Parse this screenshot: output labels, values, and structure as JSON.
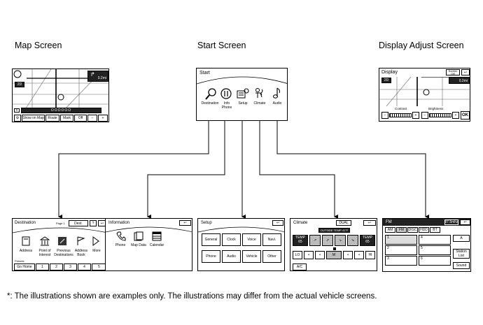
{
  "headings": {
    "map": "Map Screen",
    "start": "Start Screen",
    "display_adjust": "Display Adjust Screen"
  },
  "map_screen": {
    "scale": "0.2mi",
    "route_marker": "OOOOOO",
    "buttons": [
      "Show on Map",
      "Route",
      "Mark",
      "Off"
    ]
  },
  "start_screen": {
    "title": "Start",
    "icons": [
      {
        "label": "Destination",
        "icon": "magnifier-icon"
      },
      {
        "label": "Info Phone",
        "icon": "info-icon"
      },
      {
        "label": "Setup",
        "icon": "setup-icon"
      },
      {
        "label": "Climate",
        "icon": "climate-icon"
      },
      {
        "label": "Audio",
        "icon": "music-note-icon"
      }
    ]
  },
  "display_screen": {
    "title": "Display",
    "screen_off": "Screen Off",
    "scale": "0.2mi",
    "contrast_label": "Contrast",
    "brightness_label": "Brightness",
    "ok": "OK"
  },
  "destination_screen": {
    "title": "Destination",
    "page": "Page 1",
    "dest_button": "Dest.",
    "items": [
      "Address",
      "Point of Interest",
      "Previous Destinations",
      "Address Book",
      "More"
    ],
    "presets_label": "Presets",
    "presets": [
      "Go Home",
      "1",
      "2",
      "3",
      "4",
      "5"
    ]
  },
  "information_screen": {
    "title": "Information",
    "items": [
      "Phone",
      "Map Data",
      "Calendar"
    ]
  },
  "setup_screen": {
    "title": "Setup",
    "row1": [
      "General",
      "Clock",
      "Voice",
      "Navi."
    ],
    "row2": [
      "Phone",
      "Audio",
      "Vehicle",
      "Other"
    ]
  },
  "climate_screen": {
    "title": "Climate",
    "dual": "DUAL",
    "outside_temp": "OUTSIDE TEMP 41°F",
    "temp_left_label": "TEMP",
    "temp_left": "65",
    "temp_right_label": "TEMP",
    "temp_right": "65",
    "fan_lo": "LO",
    "fan_m": "M",
    "fan_hi": "HI",
    "ac": "A/C"
  },
  "fm_screen": {
    "title": "FM",
    "freq": "87.5mhz",
    "tabs": [
      "AM",
      "FM",
      "DISC",
      "HDD",
      "BT"
    ],
    "presets": [
      "1",
      "4",
      "2",
      "5",
      "3",
      "6"
    ],
    "station_list": "Station List",
    "sound": "Sound"
  },
  "footnote": "*: The illustrations shown are examples only. The illustrations may differ from the actual vehicle screens."
}
